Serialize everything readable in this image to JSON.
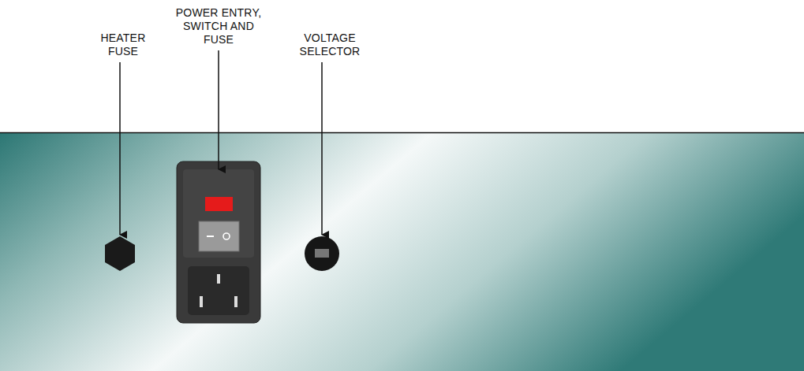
{
  "diagram": {
    "labels": [
      "HEATER FUSE",
      "POWER ENTRY, SWITCH AND FUSE",
      "VOLTAGE SELECTOR"
    ]
  }
}
